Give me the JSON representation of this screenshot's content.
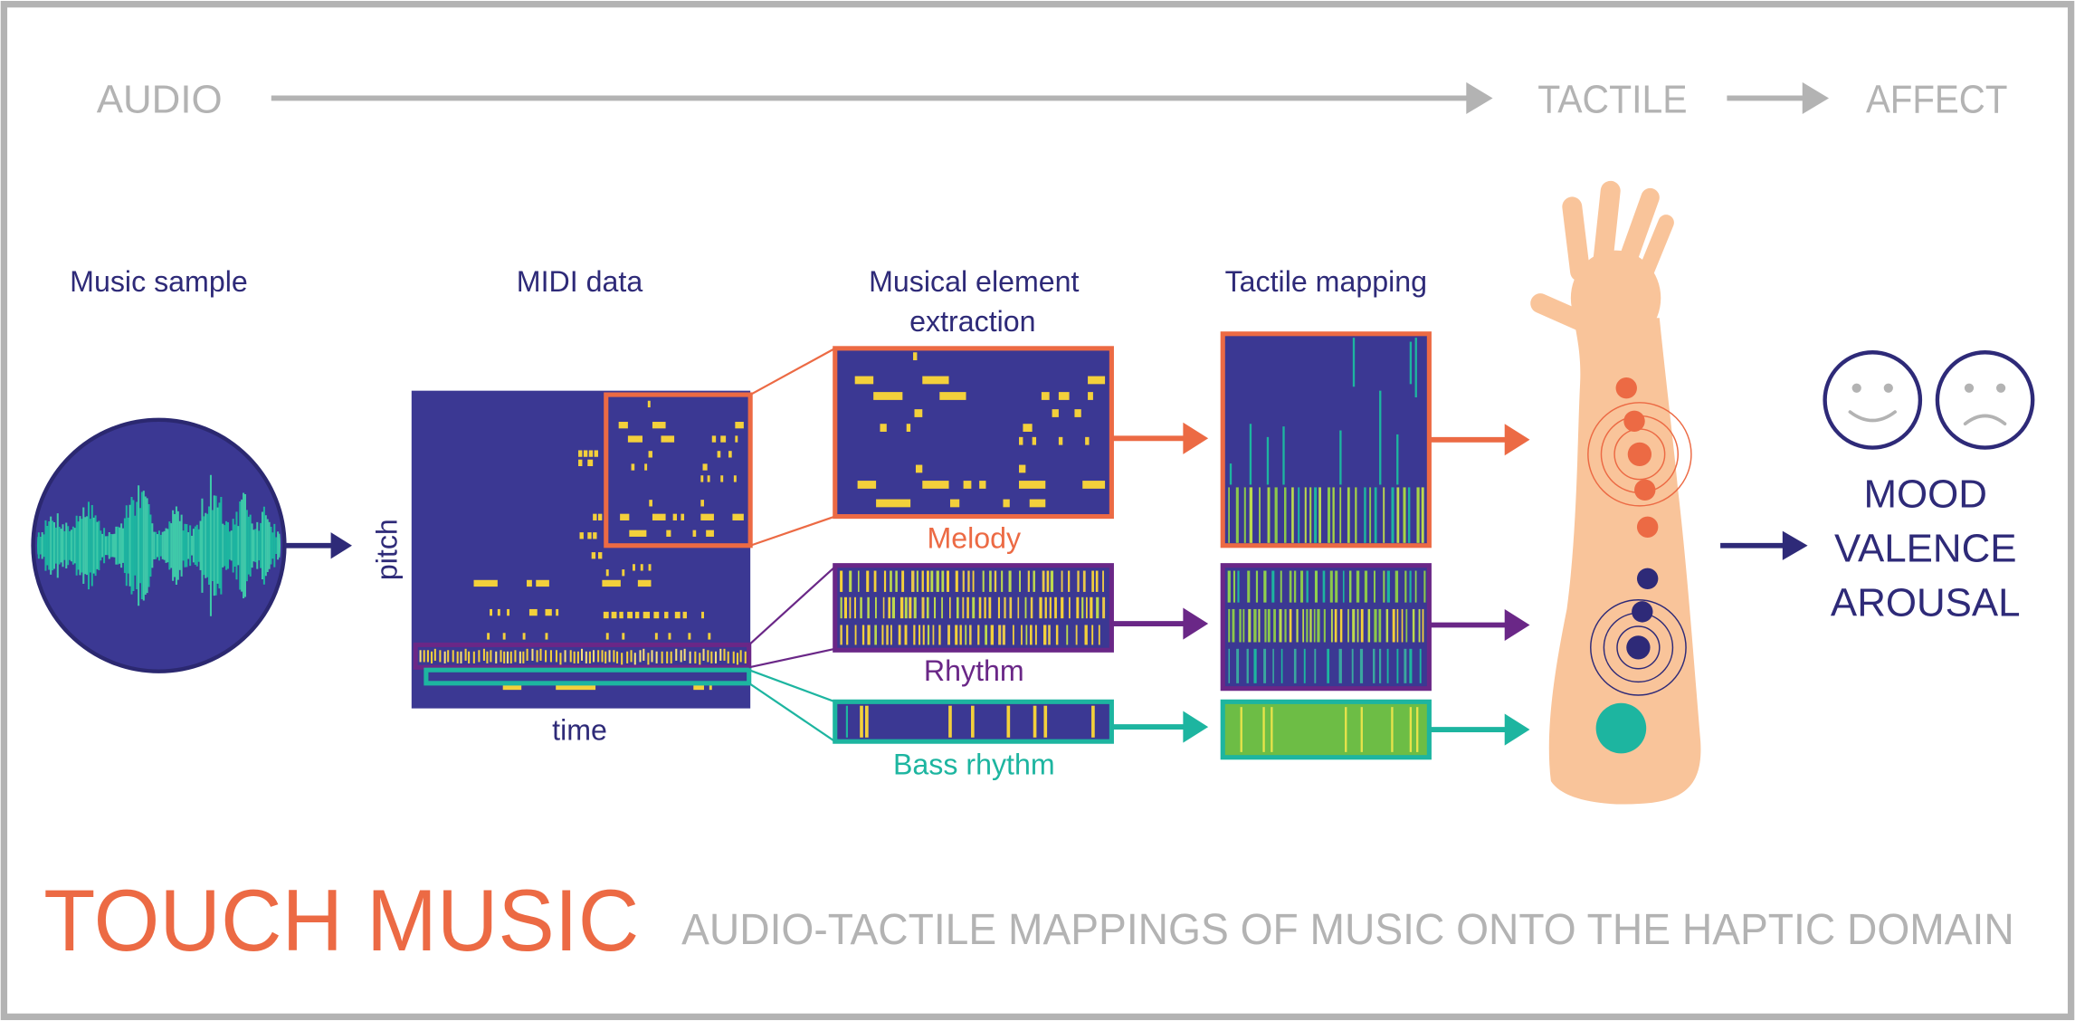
{
  "flow": {
    "audio": "AUDIO",
    "tactile": "TACTILE",
    "affect": "AFFECT"
  },
  "stages": {
    "music_sample": "Music sample",
    "midi_data": "MIDI data",
    "extraction_line1": "Musical element",
    "extraction_line2": "extraction",
    "tactile_mapping": "Tactile mapping"
  },
  "midi_axes": {
    "y": "pitch",
    "x": "time"
  },
  "elements": {
    "melody": "Melody",
    "rhythm": "Rhythm",
    "bass": "Bass rhythm"
  },
  "outcomes": [
    "MOOD",
    "VALENCE",
    "AROUSAL"
  ],
  "title": "TOUCH MUSIC",
  "subtitle": "AUDIO-TACTILE MAPPINGS OF MUSIC ONTO THE HAPTIC DOMAIN",
  "icons": {
    "audio": "waveform-icon",
    "body": "arm-icon",
    "positive": "happy-face-icon",
    "negative": "sad-face-icon"
  },
  "colors": {
    "navy": "#2e2a78",
    "indigo": "#3b3893",
    "orange": "#ec6a44",
    "purple": "#6a2787",
    "teal": "#1db5a0",
    "gray": "#b3b3b3",
    "yellow": "#f3d03b",
    "lime": "#bcd94e",
    "green": "#6dbd45",
    "tactile_green": "#8cc84b",
    "skin": "#f9c49a"
  }
}
